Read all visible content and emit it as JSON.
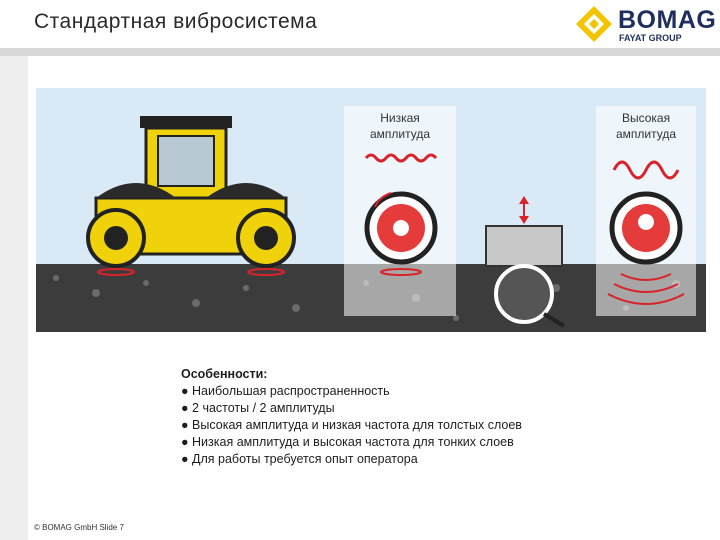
{
  "slide": {
    "title": "Стандартная вибросистема",
    "footer": "© BOMAG GmbH Slide 7"
  },
  "logo": {
    "brand": "BOMAG",
    "group": "FAYAT GROUP",
    "color_primary": "#1e2f5e",
    "color_accent": "#f2c500"
  },
  "figure": {
    "label_low": "Низкая\nамплитуда",
    "label_high": "Высокая\nамплитуда",
    "icons": [
      "roller-machine",
      "low-amplitude-wave",
      "high-amplitude-wave",
      "drum-cross-section",
      "vibration-arrow",
      "magnifier"
    ],
    "colors": {
      "machine": "#f0d20a",
      "wave": "#d8232a",
      "sky": "#d9e9f5",
      "ground": "#3a3a3a"
    }
  },
  "features": {
    "heading": "Особенности:",
    "items": [
      "Наибольшая распространенность",
      "2 частоты / 2 амплитуды",
      "Высокая амплитуда и низкая частота для толстых слоев",
      "Низкая амплитуда и высокая частота для тонких слоев",
      "Для работы требуется опыт оператора"
    ]
  }
}
